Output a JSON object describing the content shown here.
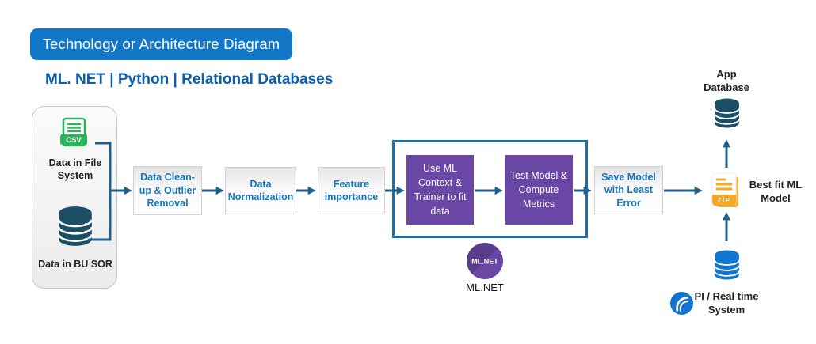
{
  "title_banner": "Technology or Architecture Diagram",
  "subtitle": "ML. NET | Python | Relational Databases",
  "source": {
    "csv_badge": "CSV",
    "file_label": "Data in File System",
    "db_label": "Data in BU SOR"
  },
  "pipeline": {
    "cleanup": "Data Clean-up & Outlier Removal",
    "normalization": "Data Normalization",
    "feature": "Feature importance",
    "save": "Save Model with Least Error"
  },
  "ml_group": {
    "fit_box": "Use ML Context & Trainer to fit data",
    "test_box": "Test Model & Compute Metrics",
    "badge_text": "ML.NET",
    "badge_caption": "ML.NET"
  },
  "outputs": {
    "zip_badge": "ZIP",
    "best_fit": "Best fit ML Model",
    "app_db": "App Database",
    "realtime": "PI / Real time System"
  },
  "colors": {
    "banner_blue": "#1377c8",
    "subtitle_blue": "#0d5fad",
    "process_text_blue": "#1878be",
    "arrow_blue": "#1f618c",
    "group_border_blue": "#1d6dad",
    "purple": "#6b47a5",
    "dark_db_teal": "#1c4e66",
    "bright_db_blue": "#1176d2",
    "csv_green": "#2ab45c",
    "zip_orange": "#f9a825"
  }
}
